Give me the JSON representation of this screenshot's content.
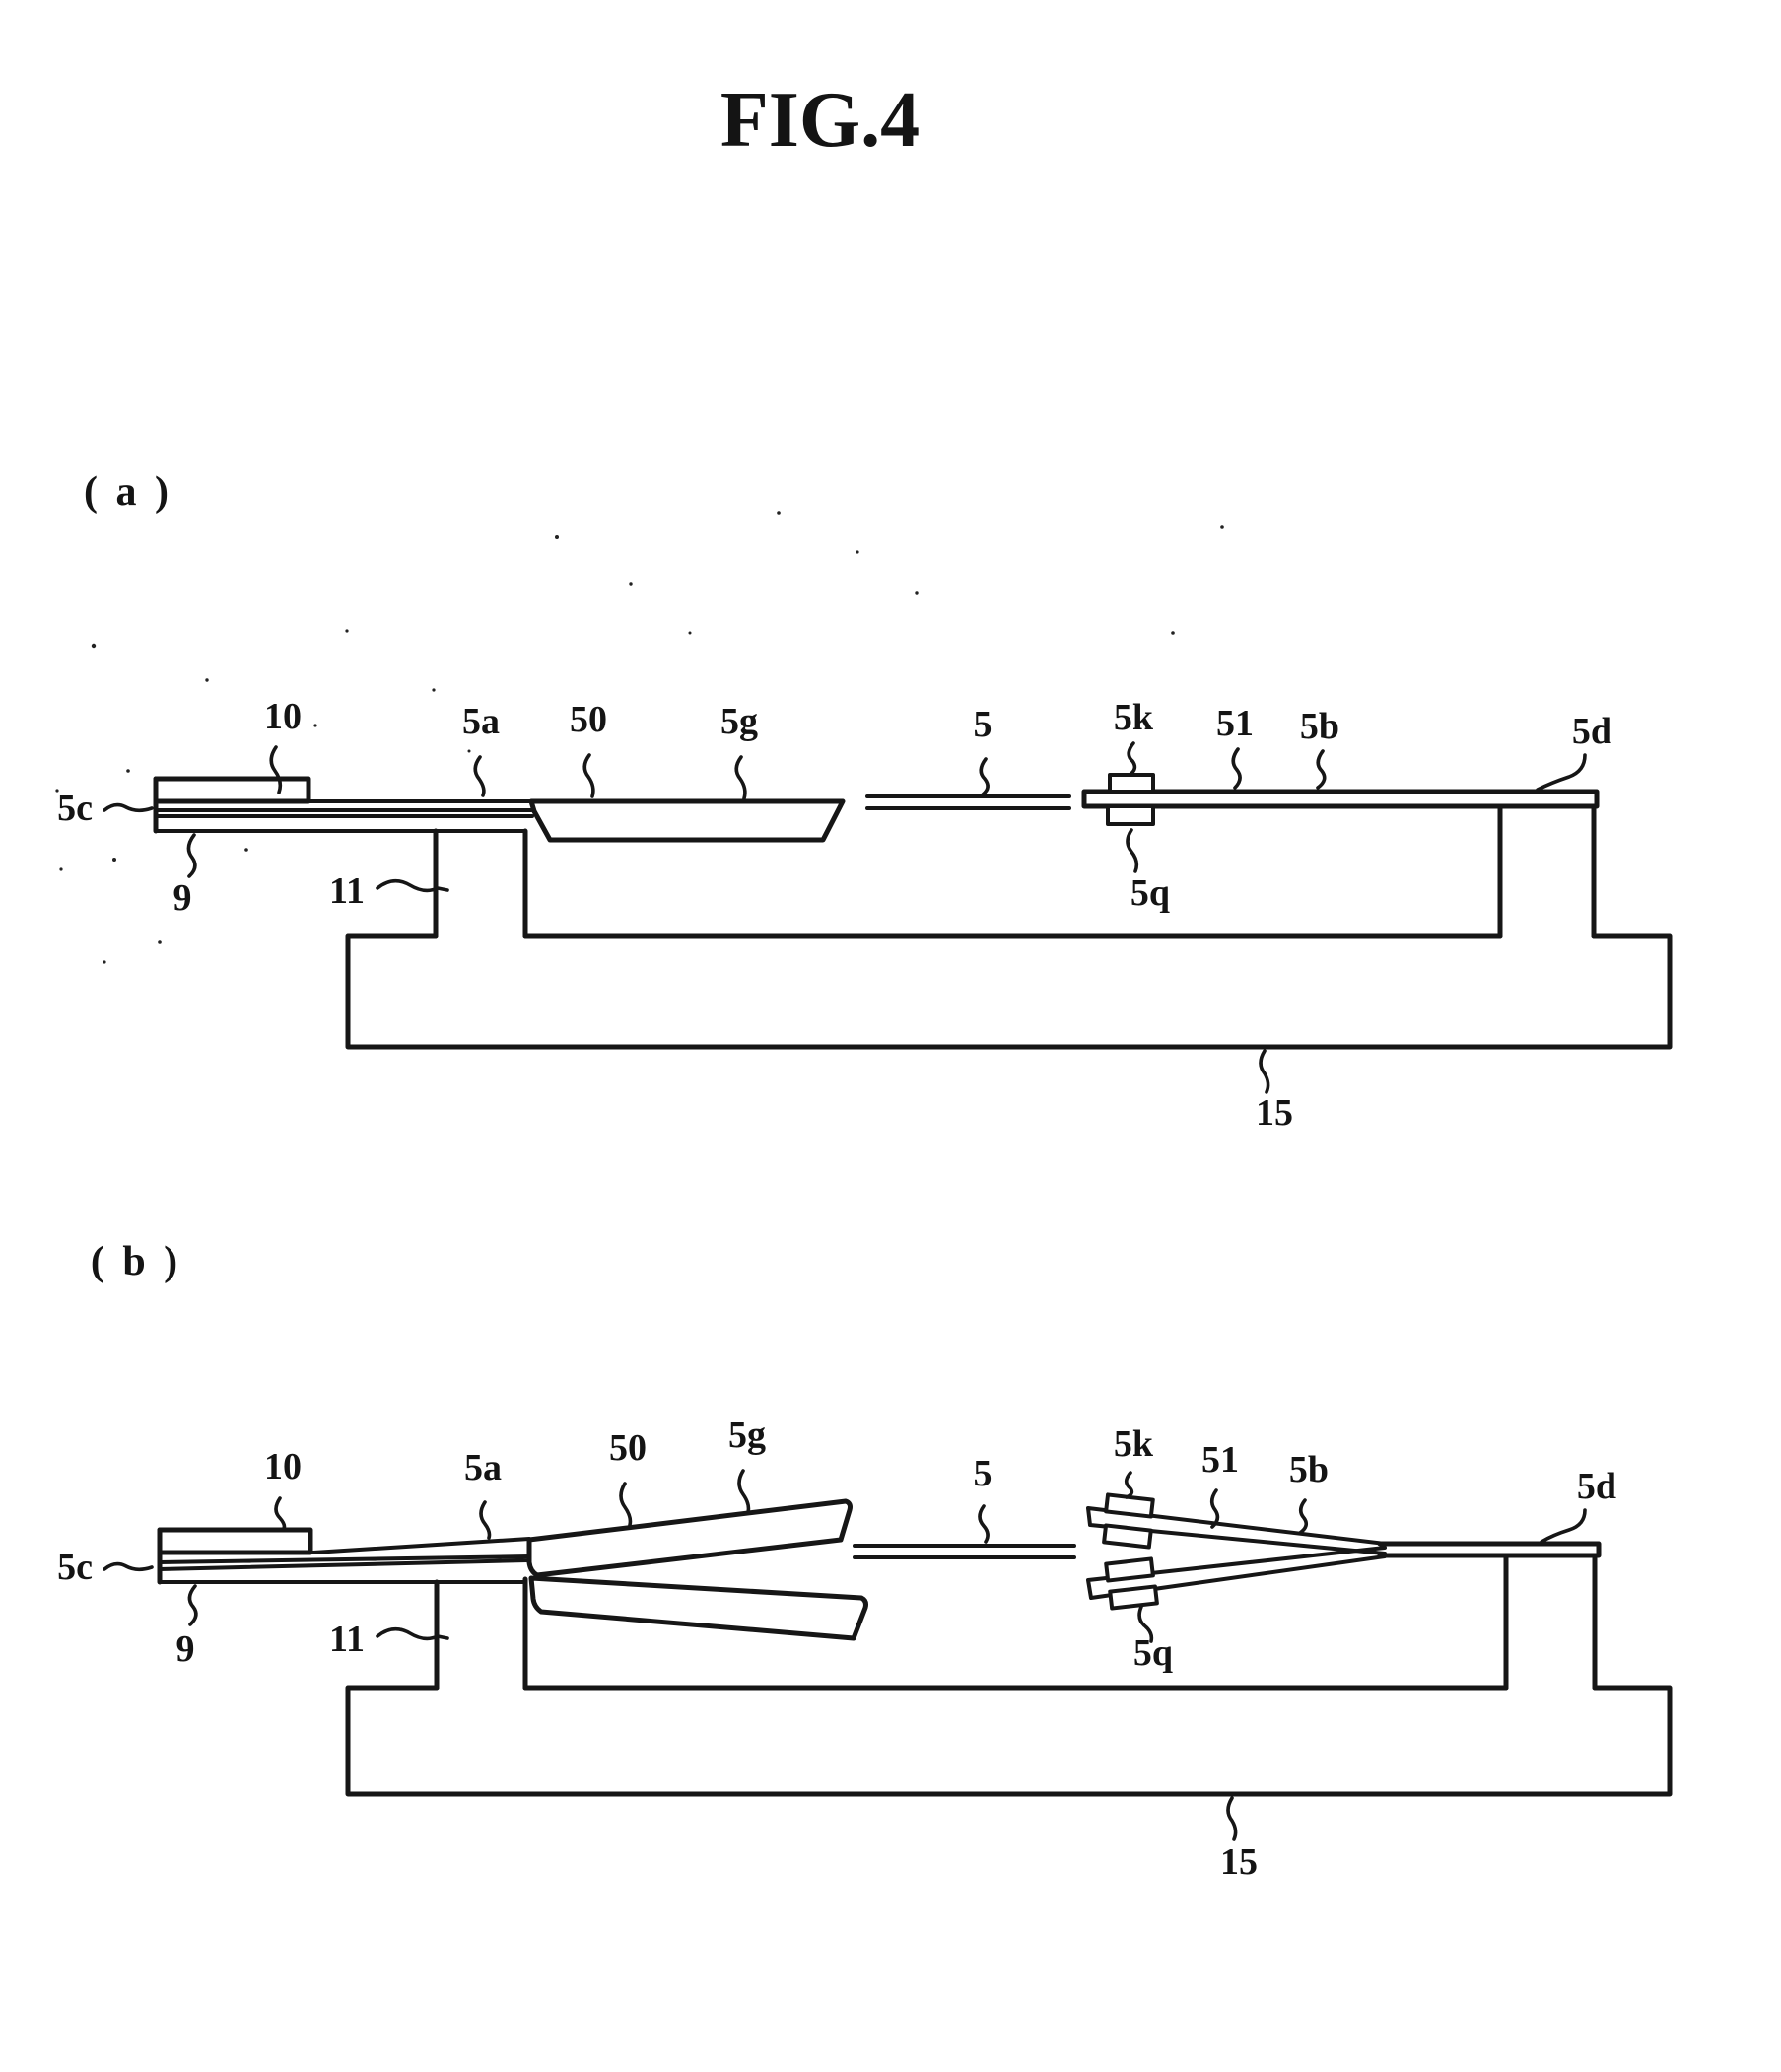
{
  "figure": {
    "title": "FIG.4"
  },
  "panel_a": {
    "marker": "( a )",
    "labels": {
      "n10": "10",
      "n5a": "5a",
      "n50": "50",
      "n5g": "5g",
      "n5": "5",
      "n5k": "5k",
      "n51": "51",
      "n5b": "5b",
      "n5d": "5d",
      "n5c": "5c",
      "n9": "9",
      "n11": "11",
      "n5q": "5q",
      "n15": "15"
    }
  },
  "panel_b": {
    "marker": "( b )",
    "labels": {
      "n10": "10",
      "n5a": "5a",
      "n50": "50",
      "n5g": "5g",
      "n5": "5",
      "n5k": "5k",
      "n51": "51",
      "n5b": "5b",
      "n5d": "5d",
      "n5c": "5c",
      "n9": "9",
      "n11": "11",
      "n5q": "5q",
      "n15": "15"
    }
  }
}
